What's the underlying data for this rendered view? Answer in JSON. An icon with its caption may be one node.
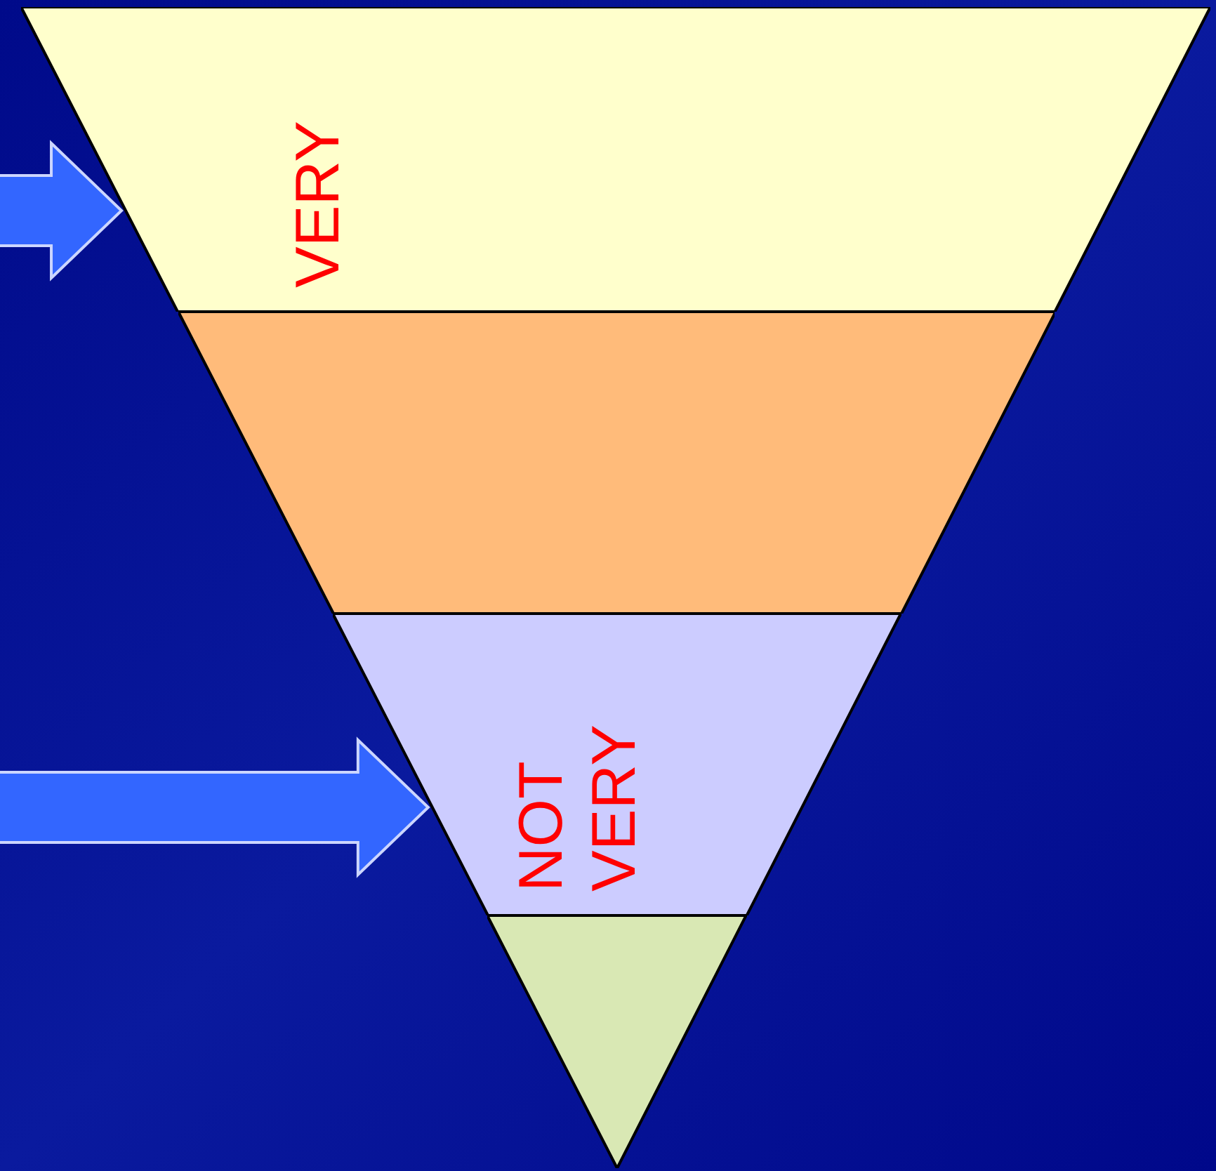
{
  "diagram": {
    "nodes": [
      {
        "text": [
          "VERY"
        ]
      },
      {
        "text": [],
        "shape": "band"
      },
      {
        "text": [
          "NOT VERY"
        ]
      },
      {
        "text": [],
        "shape": "triangle"
      }
    ],
    "edges": [
      {
        "from": null,
        "to": 0,
        "arrow": "to"
      },
      {
        "from": null,
        "to": 2,
        "arrow": "to"
      }
    ]
  }
}
